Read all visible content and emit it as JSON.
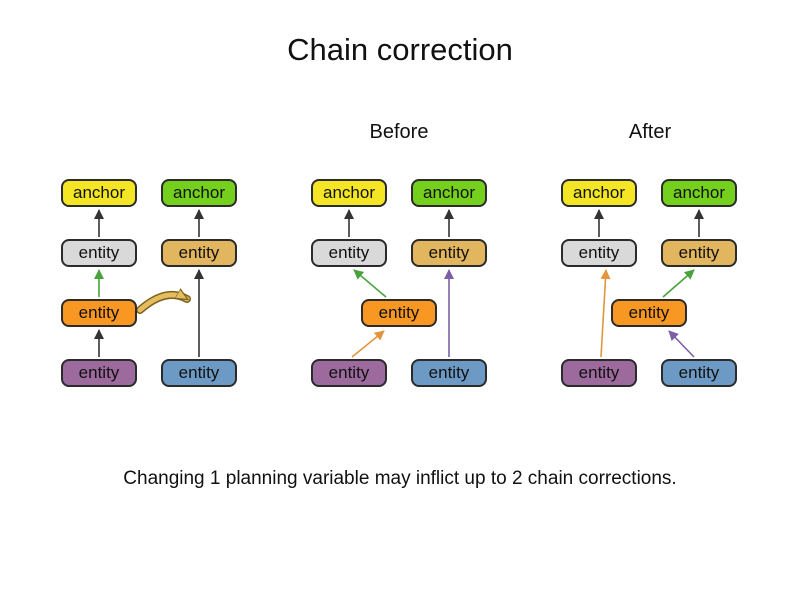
{
  "title": "Chain correction",
  "sections": {
    "before_label": "Before",
    "after_label": "After"
  },
  "node_labels": {
    "anchor": "anchor",
    "entity": "entity"
  },
  "caption": "Changing 1 planning variable may inflict up to 2 chain corrections.",
  "colors": {
    "anchor_yellow": "#f5e625",
    "anchor_green": "#74d01c",
    "entity_gray": "#d9d9d9",
    "entity_tan": "#e2b55f",
    "entity_orange": "#f89722",
    "entity_purple": "#9c6a9c",
    "entity_blue": "#6d9ac4",
    "arrow_black": "#333333",
    "arrow_green": "#49a23c",
    "arrow_orange": "#e2953c",
    "arrow_purple": "#7d5fa5",
    "move_arrow_tan": "#e6bc5f",
    "box_border": "#2b2b2b"
  },
  "diagram": {
    "initial": {
      "chains": [
        "purple entity -> orange entity -> gray entity -> yellow anchor",
        "blue entity -> tan entity -> green anchor"
      ],
      "highlight_edge": {
        "from": "orange entity",
        "to": "gray entity",
        "color": "green"
      },
      "move_hint": "curved tan arrow: orange entity moves into the second chain between blue entity and tan entity"
    },
    "before": {
      "edges": [
        {
          "from": "gray entity",
          "to": "yellow anchor",
          "color": "black"
        },
        {
          "from": "tan entity",
          "to": "green anchor",
          "color": "black"
        },
        {
          "from": "orange entity",
          "to": "gray entity",
          "color": "green"
        },
        {
          "from": "purple entity",
          "to": "orange entity",
          "color": "orange"
        },
        {
          "from": "blue entity",
          "to": "tan entity",
          "color": "purple"
        }
      ]
    },
    "after": {
      "edges": [
        {
          "from": "gray entity",
          "to": "yellow anchor",
          "color": "black"
        },
        {
          "from": "tan entity",
          "to": "green anchor",
          "color": "black"
        },
        {
          "from": "orange entity",
          "to": "tan entity",
          "color": "green"
        },
        {
          "from": "purple entity",
          "to": "gray entity",
          "color": "orange"
        },
        {
          "from": "blue entity",
          "to": "orange entity",
          "color": "purple"
        }
      ]
    }
  }
}
